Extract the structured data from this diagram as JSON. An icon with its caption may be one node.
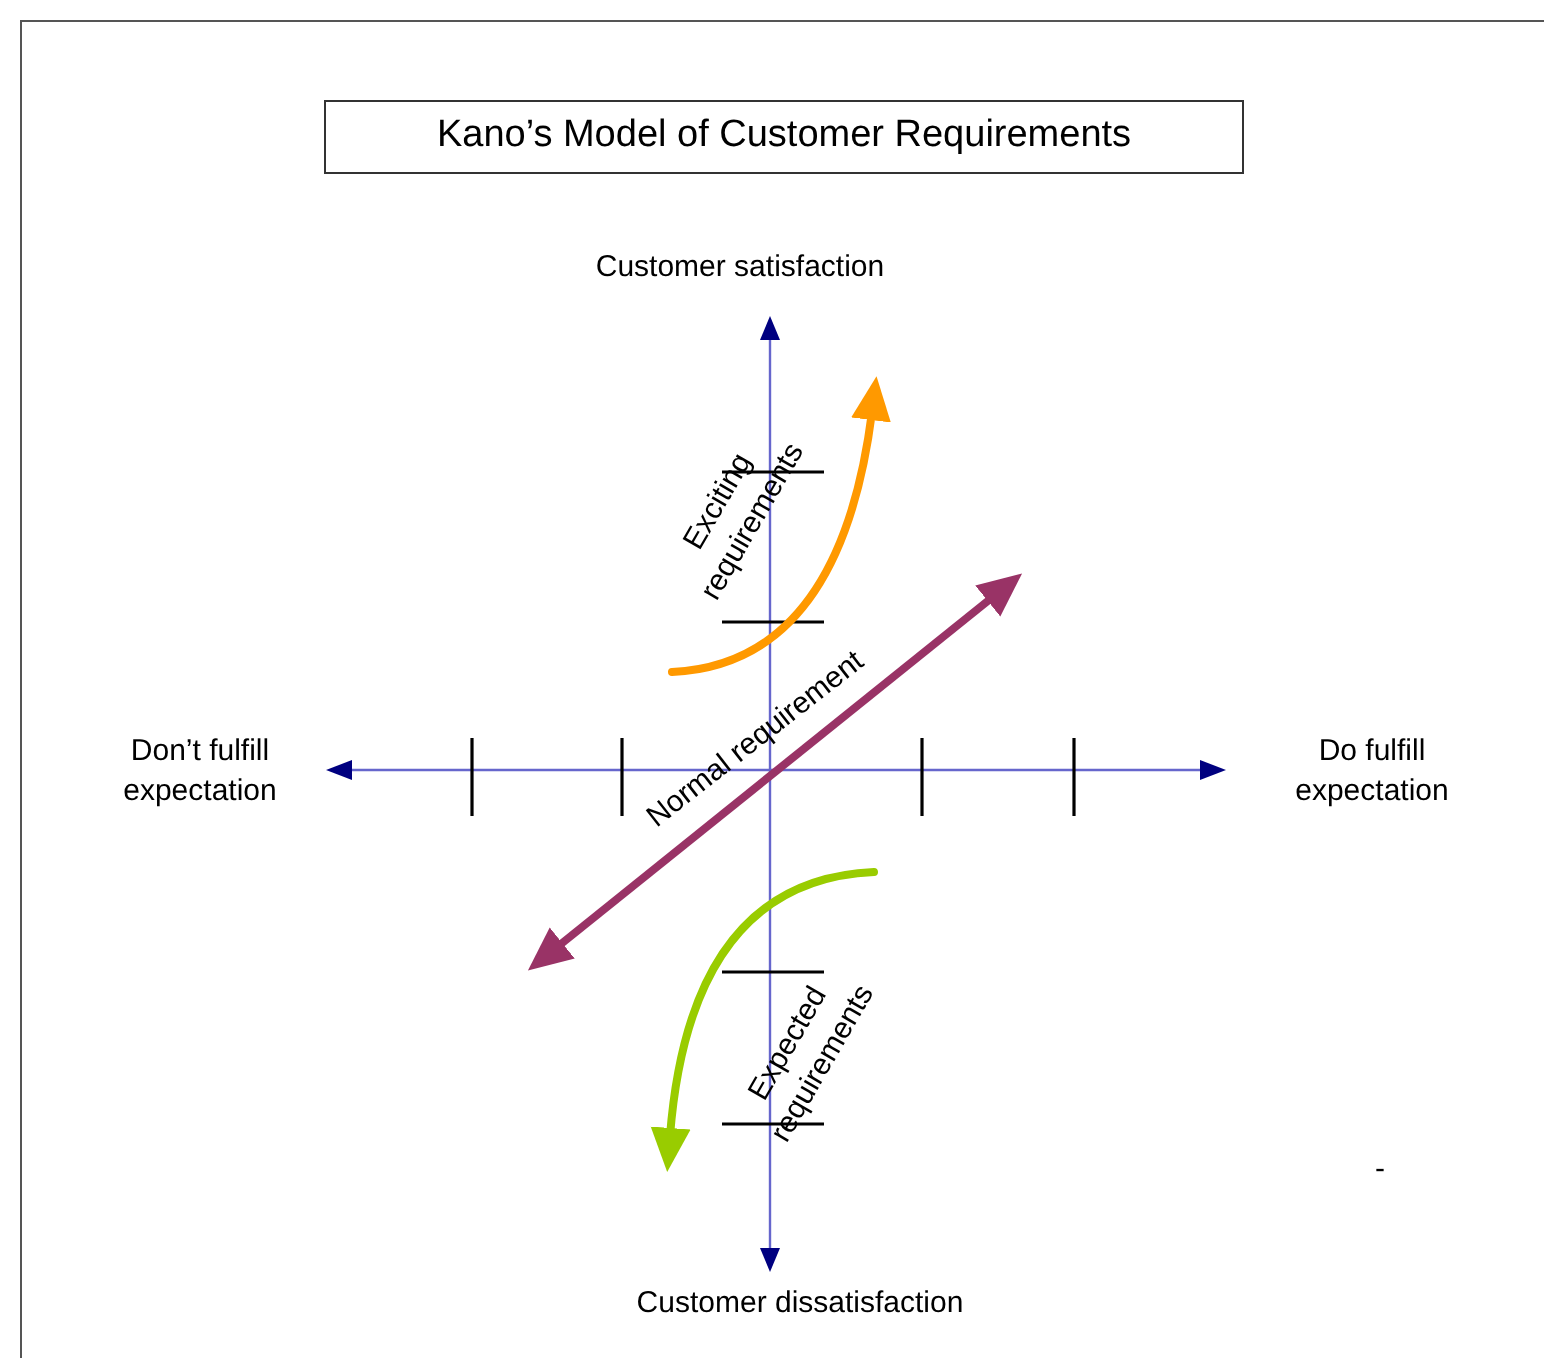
{
  "diagram": {
    "title": "Kano’s Model of Customer Requirements",
    "labels": [
      "Customer satisfaction",
      "Exciting requirements",
      "Don’t fulfill expectation",
      "Normal requirement",
      "Do fulfill expectation",
      "Expected requirements",
      "Customer dissatisfaction",
      "-"
    ]
  }
}
